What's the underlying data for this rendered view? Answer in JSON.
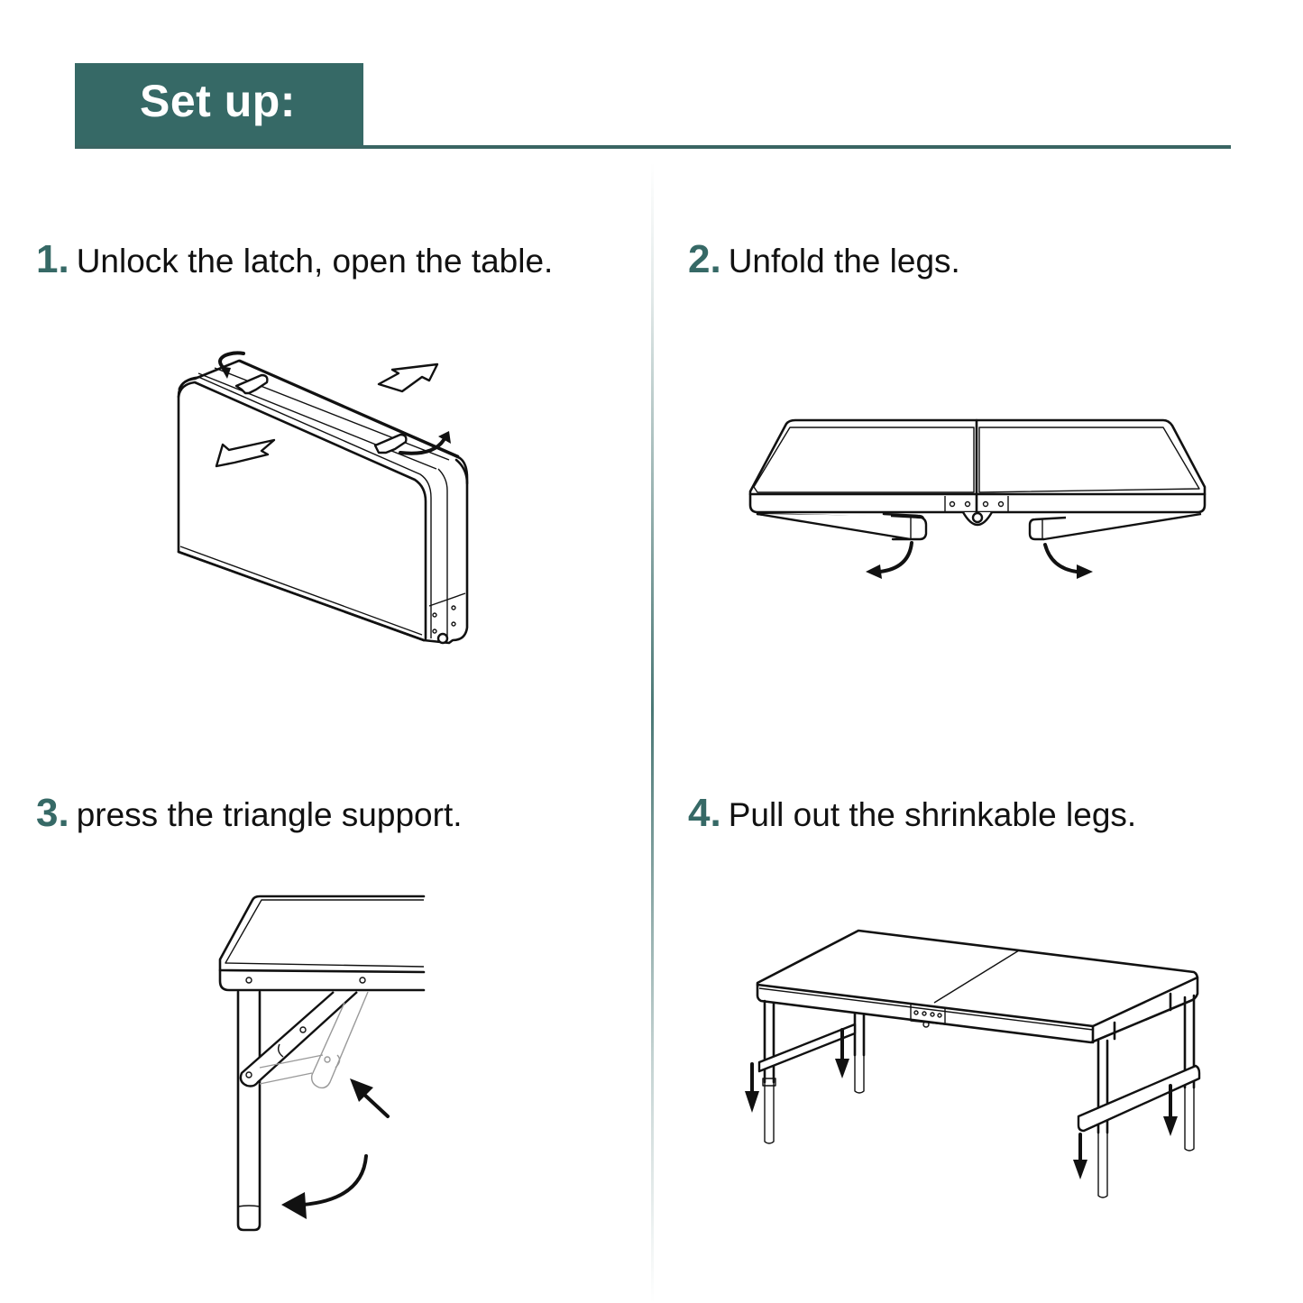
{
  "header": {
    "title": "Set up:",
    "accent_color": "#366966"
  },
  "steps": [
    {
      "number": "1.",
      "text": "Unlock the latch, open the table.",
      "illustration": "folded-table-latch-illustration"
    },
    {
      "number": "2.",
      "text": "Unfold the legs.",
      "illustration": "unfold-legs-illustration"
    },
    {
      "number": "3.",
      "text": "press the triangle support.",
      "illustration": "triangle-support-illustration"
    },
    {
      "number": "4.",
      "text": "Pull out the shrinkable legs.",
      "illustration": "extend-legs-illustration"
    }
  ]
}
